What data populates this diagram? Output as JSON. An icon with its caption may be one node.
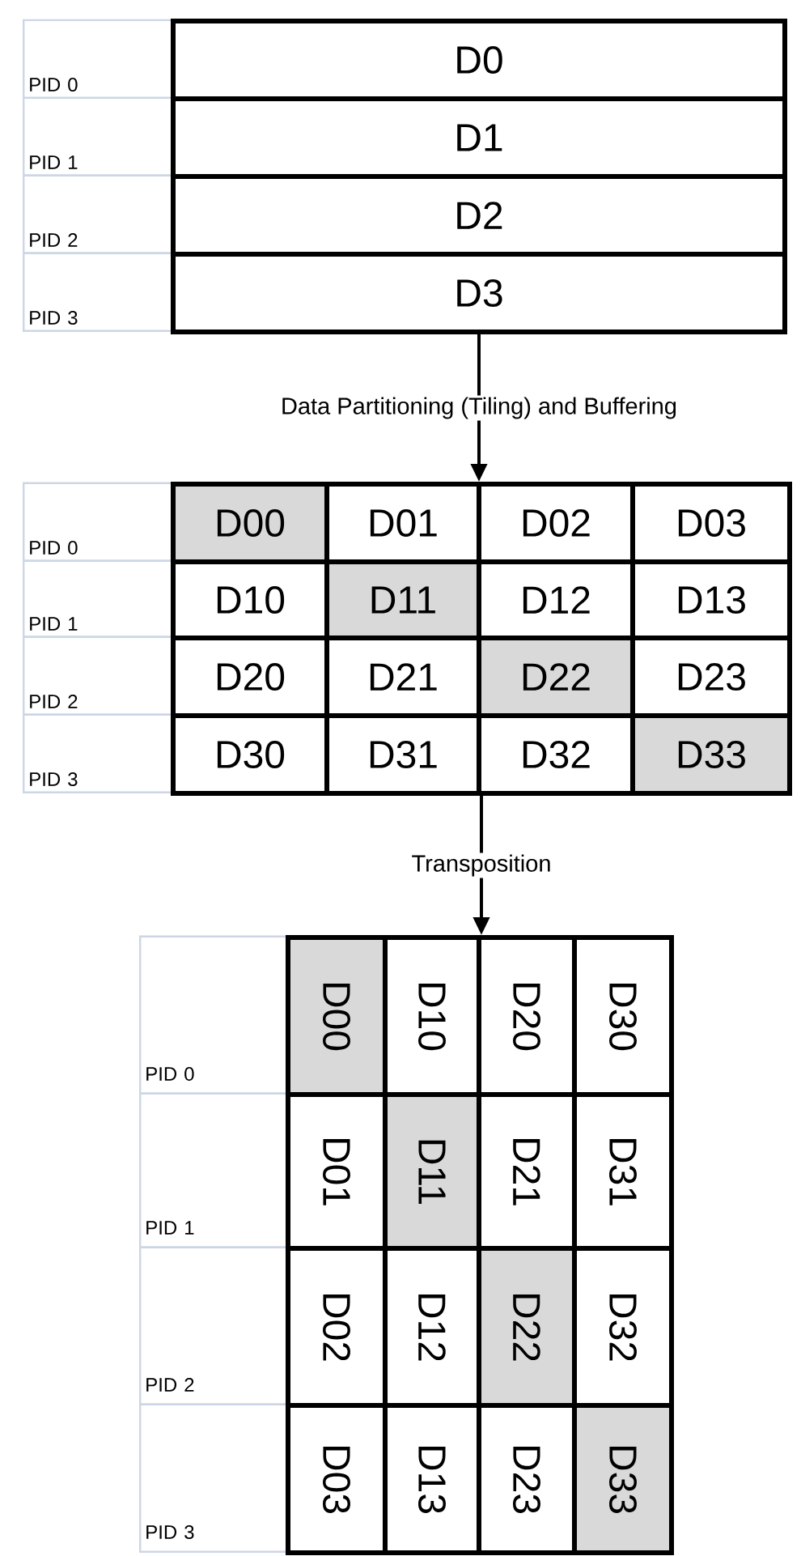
{
  "diagram": {
    "nodes": [
      {
        "text": [],
        "shape": "box"
      },
      {
        "text": [
          "PID 0"
        ]
      },
      {
        "text": [
          "D0"
        ],
        "in": 0
      },
      {
        "text": [
          "PID 1"
        ]
      },
      {
        "text": [
          "D1"
        ],
        "in": 0
      },
      {
        "text": [
          "PID 2"
        ]
      },
      {
        "text": [
          "D2"
        ],
        "in": 0
      },
      {
        "text": [
          "PID 3"
        ]
      },
      {
        "text": [
          "D3"
        ],
        "in": 0
      },
      {
        "text": [],
        "shape": "box"
      },
      {
        "text": [
          "PID 0"
        ]
      },
      {
        "text": [
          "D00"
        ],
        "in": 9
      },
      {
        "text": [
          "D01"
        ],
        "in": 9
      },
      {
        "text": [
          "D02"
        ],
        "in": 9
      },
      {
        "text": [
          "D03"
        ],
        "in": 9
      },
      {
        "text": [
          "PID 1"
        ]
      },
      {
        "text": [
          "D10"
        ],
        "in": 9
      },
      {
        "text": [
          "D11"
        ],
        "in": 9
      },
      {
        "text": [
          "D12"
        ],
        "in": 9
      },
      {
        "text": [
          "D13"
        ],
        "in": 9
      },
      {
        "text": [
          "PID 2"
        ]
      },
      {
        "text": [
          "D20"
        ],
        "in": 9
      },
      {
        "text": [
          "D21"
        ],
        "in": 9
      },
      {
        "text": [
          "D22"
        ],
        "in": 9
      },
      {
        "text": [
          "D23"
        ],
        "in": 9
      },
      {
        "text": [
          "PID 3"
        ]
      },
      {
        "text": [
          "D30"
        ],
        "in": 9
      },
      {
        "text": [
          "D31"
        ],
        "in": 9
      },
      {
        "text": [
          "D32"
        ],
        "in": 9
      },
      {
        "text": [
          "D33"
        ],
        "in": 9
      },
      {
        "text": [],
        "shape": "box"
      },
      {
        "text": [
          "PID 0"
        ]
      },
      {
        "text": [
          "D00"
        ],
        "in": 30
      },
      {
        "text": [
          "D10"
        ],
        "in": 30
      },
      {
        "text": [
          "D20"
        ],
        "in": 30
      },
      {
        "text": [
          "D30"
        ],
        "in": 30
      },
      {
        "text": [
          "PID 1"
        ]
      },
      {
        "text": [
          "D01"
        ],
        "in": 30
      },
      {
        "text": [
          "D11"
        ],
        "in": 30
      },
      {
        "text": [
          "D21"
        ],
        "in": 30
      },
      {
        "text": [
          "D31"
        ],
        "in": 30
      },
      {
        "text": [
          "PID 2"
        ]
      },
      {
        "text": [
          "D02"
        ],
        "in": 30
      },
      {
        "text": [
          "D12"
        ],
        "in": 30
      },
      {
        "text": [
          "D22"
        ],
        "in": 30
      },
      {
        "text": [
          "D32"
        ],
        "in": 30
      },
      {
        "text": [
          "PID 3"
        ]
      },
      {
        "text": [
          "D03"
        ],
        "in": 30
      },
      {
        "text": [
          "D13"
        ],
        "in": 30
      },
      {
        "text": [
          "D23"
        ],
        "in": 30
      },
      {
        "text": [
          "D33"
        ],
        "in": 30
      }
    ],
    "edges": [
      {
        "from": 0,
        "to": 9,
        "arrow": "to",
        "label": "Data Partitioning (Tiling) and Buffering"
      },
      {
        "from": 9,
        "to": 30,
        "arrow": "to",
        "label": "Transposition"
      }
    ]
  }
}
